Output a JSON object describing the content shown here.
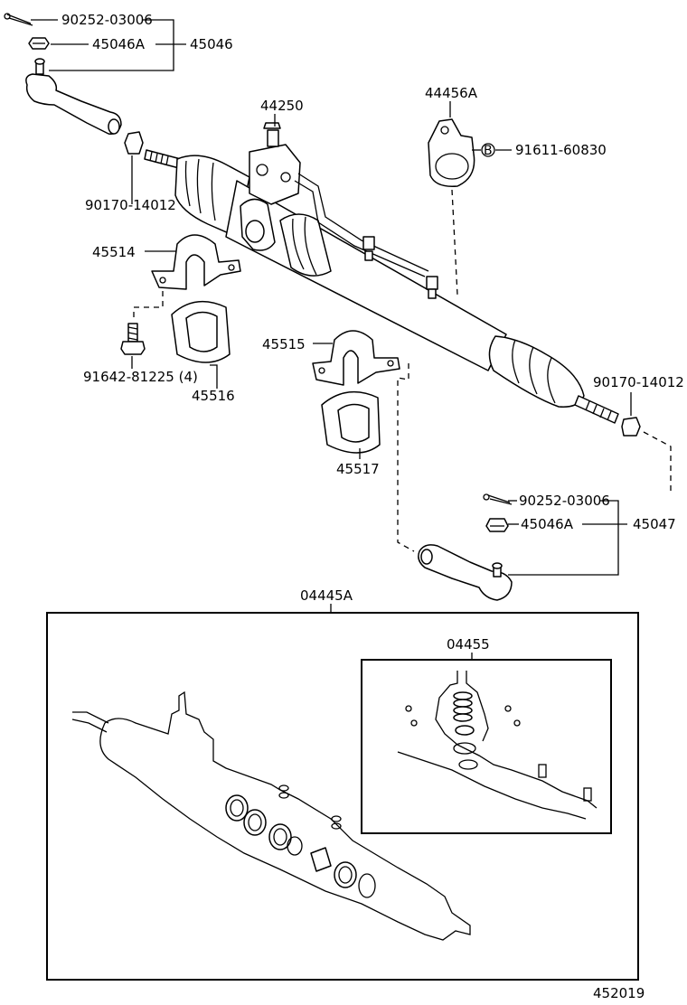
{
  "labels": {
    "pin_top": "90252-03006",
    "nut_top": "45046A",
    "tie_rod_end_left": "45046",
    "gear_assy": "44250",
    "bracket": "44456A",
    "bolt_b": "91611-60830",
    "nut_left": "90170-14012",
    "bracket_left": "45514",
    "bolt_left": "91642-81225 (4)",
    "grommet_left": "45516",
    "bracket_right": "45515",
    "grommet_right": "45517",
    "nut_right": "90170-14012",
    "pin_bottom": "90252-03006",
    "nut_bottom": "45046A",
    "tie_rod_end_right": "45047",
    "gasket_kit": "04445A",
    "kit_inner": "04455",
    "figure_number": "452019"
  },
  "symbols": {
    "bolt_marker": "B"
  }
}
